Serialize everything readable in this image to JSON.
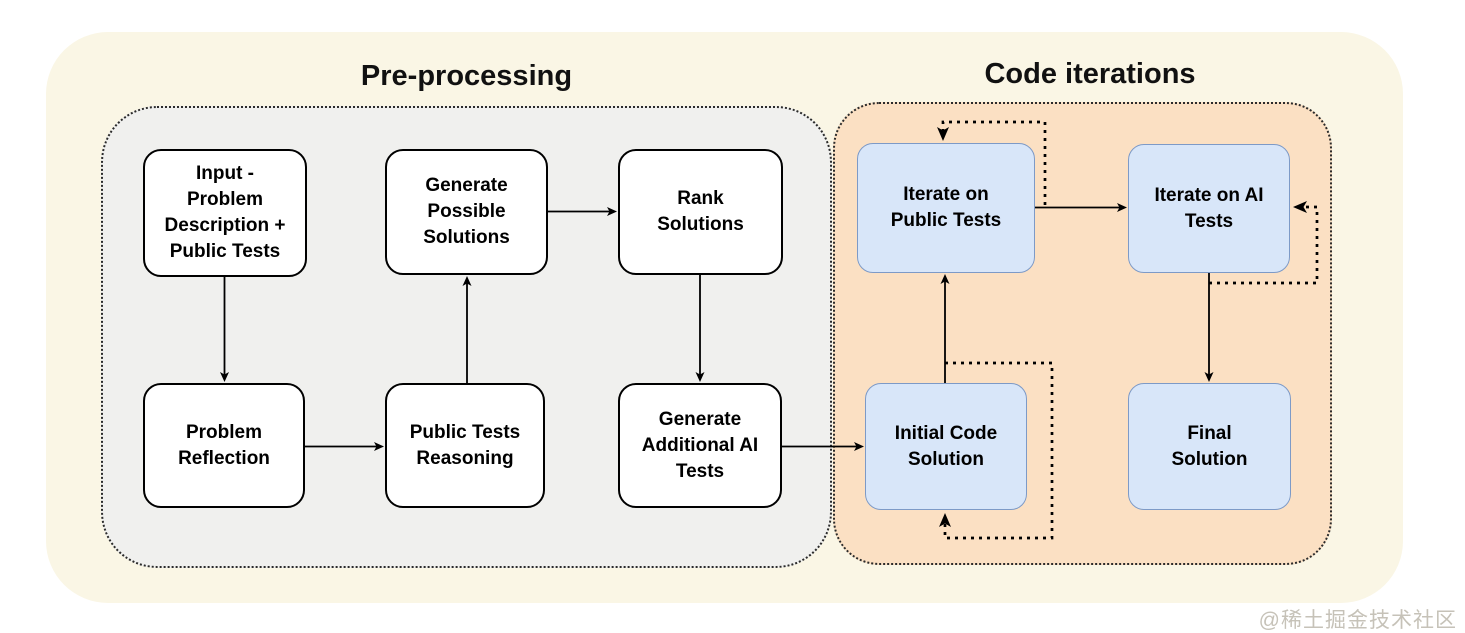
{
  "watermark": "@稀土掘金技术社区",
  "colors": {
    "outer_panel": "#faf6e5",
    "preprocessing_fill": "#f0f0ee",
    "code_iterations_fill": "#fbe0c3",
    "node_white_fill": "#ffffff",
    "node_blue_fill": "#d8e6f9",
    "node_blue_border": "#7d9ac7",
    "edge": "#000000",
    "title_text": "#111111"
  },
  "sections": {
    "preprocessing": {
      "title": "Pre-processing"
    },
    "code_iterations": {
      "title": "Code iterations"
    }
  },
  "nodes": {
    "input": {
      "label": "Input -\nProblem\nDescription +\nPublic Tests"
    },
    "generate_possible_solutions": {
      "label": "Generate\nPossible\nSolutions"
    },
    "rank_solutions": {
      "label": "Rank\nSolutions"
    },
    "problem_reflection": {
      "label": "Problem\nReflection"
    },
    "public_tests_reasoning": {
      "label": "Public Tests\nReasoning"
    },
    "generate_additional_ai_tests": {
      "label": "Generate\nAdditional AI\nTests"
    },
    "iterate_on_public_tests": {
      "label": "Iterate on\nPublic Tests"
    },
    "iterate_on_ai_tests": {
      "label": "Iterate on AI\nTests"
    },
    "initial_code_solution": {
      "label": "Initial Code\nSolution"
    },
    "final_solution": {
      "label": "Final\nSolution"
    }
  }
}
